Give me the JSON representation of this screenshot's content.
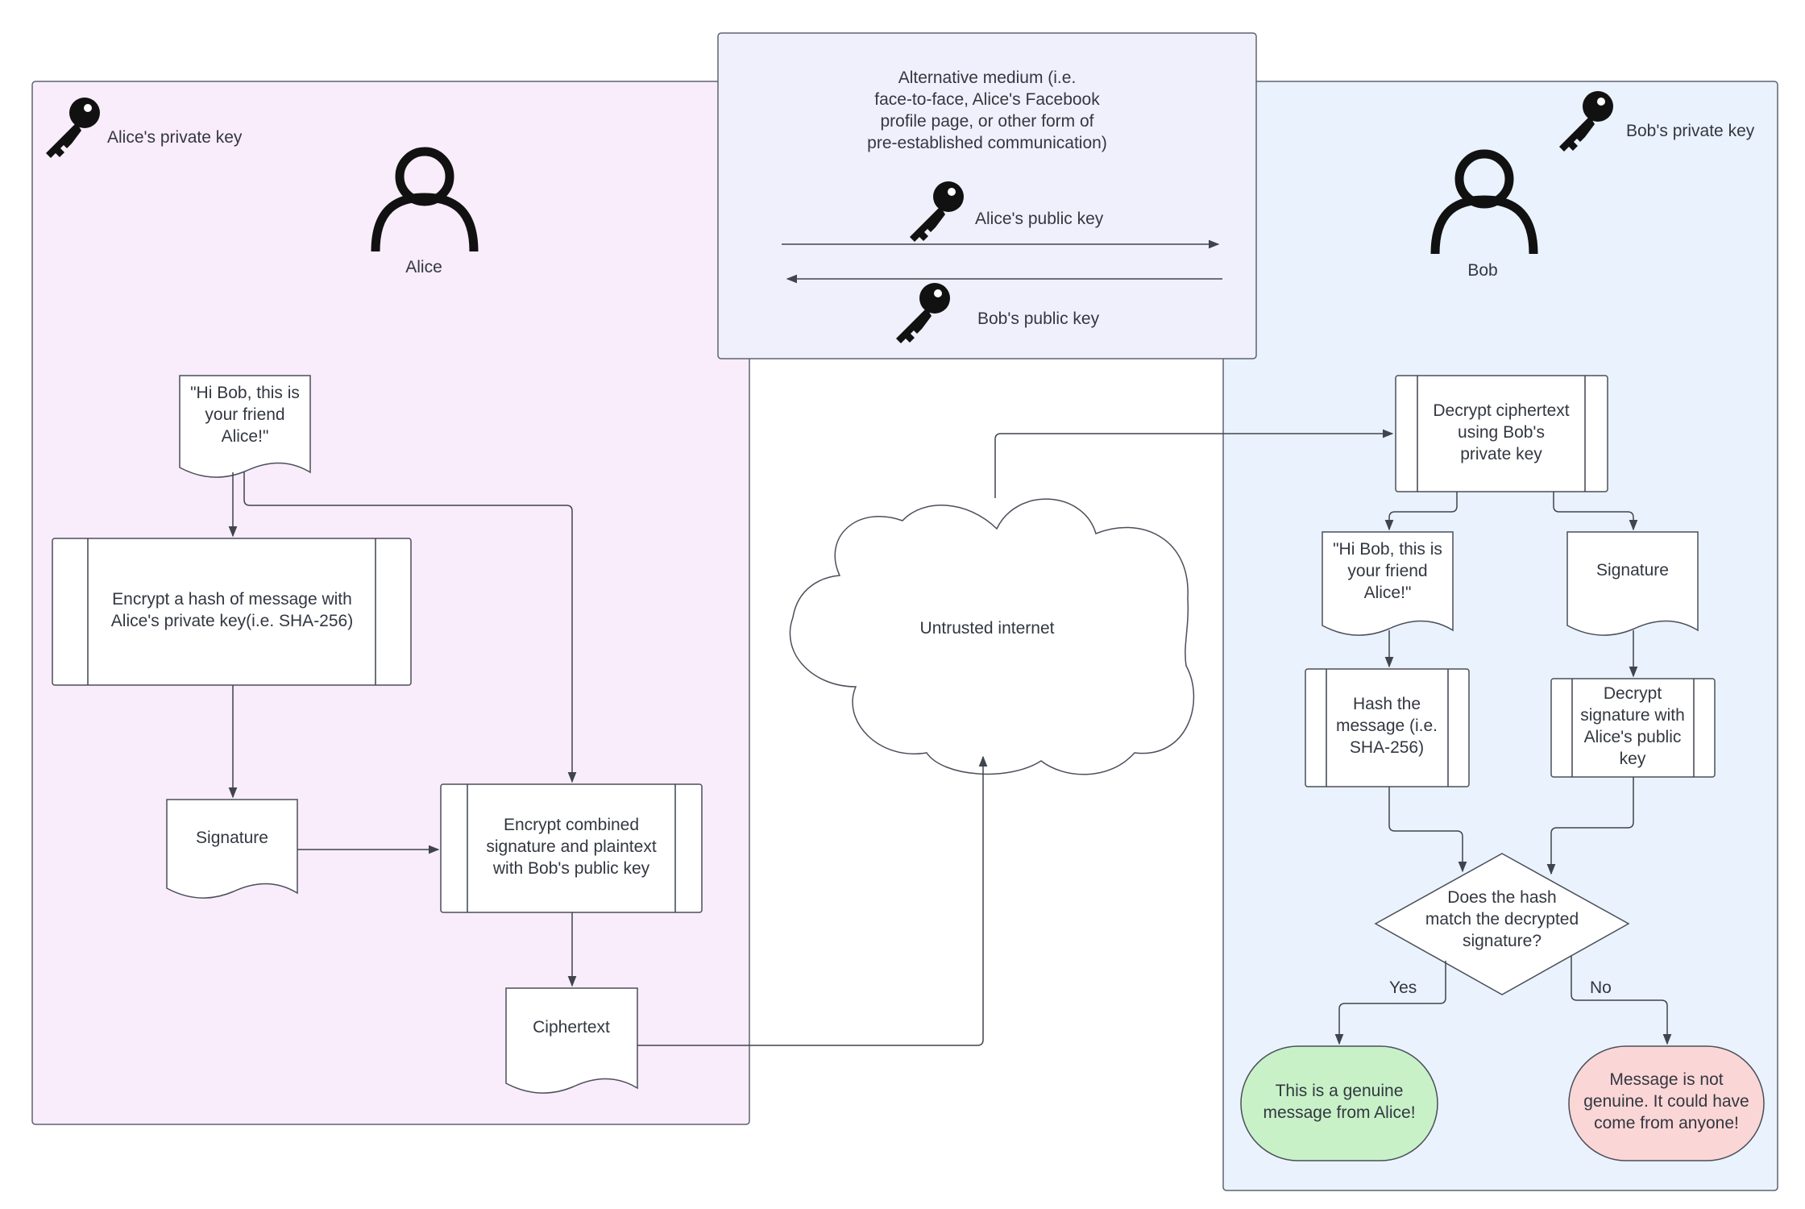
{
  "colors": {
    "alice_panel": "#f9ecfb",
    "bob_panel": "#eaf2fd",
    "medium_panel": "#f0f0fc",
    "genuine": "#c8f1c8",
    "not_genuine": "#fbd6d6",
    "stroke": "#4a4f5a"
  },
  "alice": {
    "private_key_label": "Alice's private key",
    "name": "Alice",
    "message": [
      "\"Hi Bob, this is",
      "your friend",
      "Alice!\""
    ],
    "encrypt_hash": [
      "Encrypt a hash of message with",
      "Alice's private key(i.e. SHA-256)"
    ],
    "signature": "Signature",
    "encrypt_combined": [
      "Encrypt combined",
      "signature and plaintext",
      "with Bob's public key"
    ],
    "ciphertext": "Ciphertext"
  },
  "medium": {
    "description": [
      "Alternative medium (i.e.",
      "face-to-face, Alice's Facebook",
      "profile page, or other form of",
      "pre-established communication)"
    ],
    "alice_public_key": "Alice's public key",
    "bob_public_key": "Bob's public key"
  },
  "internet": {
    "label": "Untrusted internet"
  },
  "bob": {
    "private_key_label": "Bob's private key",
    "name": "Bob",
    "decrypt_ciphertext": [
      "Decrypt ciphertext",
      "using Bob's",
      "private key"
    ],
    "message": [
      "\"Hi Bob, this is",
      "your friend",
      "Alice!\""
    ],
    "signature": "Signature",
    "hash_message": [
      "Hash the",
      "message (i.e.",
      "SHA-256)"
    ],
    "decrypt_signature": [
      "Decrypt",
      "signature with",
      "Alice's public",
      "key"
    ],
    "decision": [
      "Does the hash",
      "match the decrypted",
      "signature?"
    ],
    "yes": "Yes",
    "no": "No",
    "genuine": [
      "This is a genuine",
      "message from Alice!"
    ],
    "not_genuine": [
      "Message is not",
      "genuine. It could have",
      "come from anyone!"
    ]
  },
  "icons": {
    "key": "key-icon",
    "person": "person-icon",
    "cloud": "cloud-icon"
  }
}
